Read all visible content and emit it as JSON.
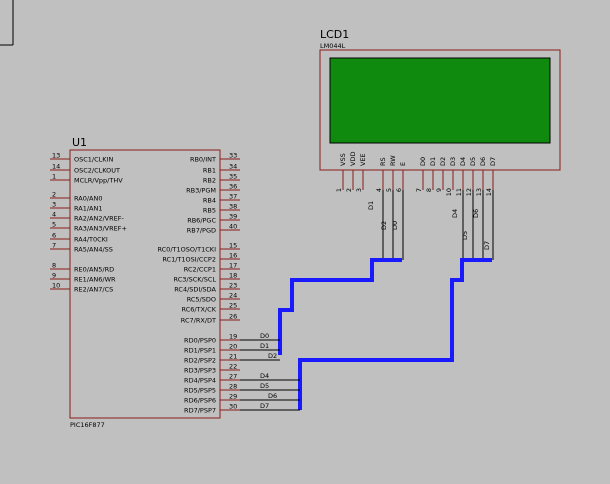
{
  "u1": {
    "ref": "U1",
    "part": "PIC16F877",
    "left_pins": [
      {
        "num": "13",
        "name": "OSC1/CLKIN"
      },
      {
        "num": "14",
        "name": "OSC2/CLKOUT"
      },
      {
        "num": "1",
        "name": "MCLR/Vpp/THV"
      },
      {
        "num": "2",
        "name": "RA0/AN0"
      },
      {
        "num": "3",
        "name": "RA1/AN1"
      },
      {
        "num": "4",
        "name": "RA2/AN2/VREF-"
      },
      {
        "num": "5",
        "name": "RA3/AN3/VREF+"
      },
      {
        "num": "6",
        "name": "RA4/T0CKI"
      },
      {
        "num": "7",
        "name": "RA5/AN4/SS"
      },
      {
        "num": "8",
        "name": "RE0/AN5/RD"
      },
      {
        "num": "9",
        "name": "RE1/AN6/WR"
      },
      {
        "num": "10",
        "name": "RE2/AN7/CS"
      }
    ],
    "right_pins": [
      {
        "num": "33",
        "name": "RB0/INT"
      },
      {
        "num": "34",
        "name": "RB1"
      },
      {
        "num": "35",
        "name": "RB2"
      },
      {
        "num": "36",
        "name": "RB3/PGM"
      },
      {
        "num": "37",
        "name": "RB4"
      },
      {
        "num": "38",
        "name": "RB5"
      },
      {
        "num": "39",
        "name": "RB6/PGC"
      },
      {
        "num": "40",
        "name": "RB7/PGD"
      },
      {
        "num": "15",
        "name": "RC0/T1OSO/T1CKI"
      },
      {
        "num": "16",
        "name": "RC1/T1OSI/CCP2"
      },
      {
        "num": "17",
        "name": "RC2/CCP1"
      },
      {
        "num": "18",
        "name": "RC3/SCK/SCL"
      },
      {
        "num": "23",
        "name": "RC4/SDI/SDA"
      },
      {
        "num": "24",
        "name": "RC5/SDO"
      },
      {
        "num": "25",
        "name": "RC6/TX/CK"
      },
      {
        "num": "26",
        "name": "RC7/RX/DT"
      },
      {
        "num": "19",
        "name": "RD0/PSP0"
      },
      {
        "num": "20",
        "name": "RD1/PSP1"
      },
      {
        "num": "21",
        "name": "RD2/PSP2"
      },
      {
        "num": "22",
        "name": "RD3/PSP3"
      },
      {
        "num": "27",
        "name": "RD4/PSP4"
      },
      {
        "num": "28",
        "name": "RD5/PSP5"
      },
      {
        "num": "29",
        "name": "RD6/PSP6"
      },
      {
        "num": "30",
        "name": "RD7/PSP7"
      }
    ],
    "rd_nets": [
      "D0",
      "D1",
      "D2",
      "",
      "D4",
      "D5",
      "D6",
      "D7"
    ]
  },
  "lcd1": {
    "ref": "LCD1",
    "part": "LM044L",
    "pins": [
      {
        "num": "1",
        "name": "VSS"
      },
      {
        "num": "2",
        "name": "VDD"
      },
      {
        "num": "3",
        "name": "VEE"
      },
      {
        "num": "4",
        "name": "RS"
      },
      {
        "num": "5",
        "name": "RW"
      },
      {
        "num": "6",
        "name": "E"
      },
      {
        "num": "7",
        "name": "D0"
      },
      {
        "num": "8",
        "name": "D1"
      },
      {
        "num": "9",
        "name": "D2"
      },
      {
        "num": "10",
        "name": "D3"
      },
      {
        "num": "11",
        "name": "D4"
      },
      {
        "num": "12",
        "name": "D5"
      },
      {
        "num": "13",
        "name": "D6"
      },
      {
        "num": "14",
        "name": "D7"
      }
    ],
    "nets": [
      "D1",
      "D2",
      "D0",
      "D4",
      "D5",
      "D7"
    ]
  },
  "colors": {
    "background": "#c0c0c0",
    "component": "#8b1a1a",
    "lcd_screen": "#0f8a0f",
    "bus": "#1a1aff"
  }
}
